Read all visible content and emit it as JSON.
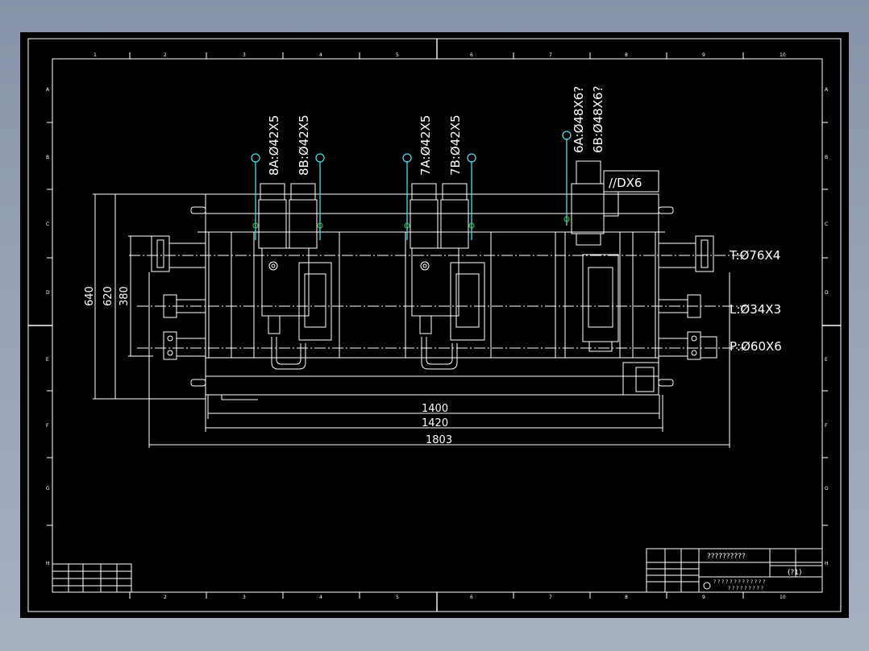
{
  "grid": {
    "columns": [
      "1",
      "2",
      "3",
      "4",
      "5",
      "6",
      "7",
      "8",
      "9",
      "10"
    ],
    "rows": [
      "A",
      "B",
      "C",
      "D",
      "E",
      "F",
      "G",
      "H"
    ]
  },
  "ports": {
    "a8": "8A:Ø42X5",
    "b8": "8B:Ø42X5",
    "a7": "7A:Ø42X5",
    "b7": "7B:Ø42X5",
    "a6": "6A:Ø48X6?",
    "b6": "6B:Ø48X6?",
    "box": "//DX6"
  },
  "pipes": {
    "t": "T:Ø76X4",
    "l": "L:Ø34X3",
    "p": "P:Ø60X6"
  },
  "dimensions": {
    "h640": "640",
    "h620": "620",
    "h380": "380",
    "w1400": "1400",
    "w1420": "1420",
    "w1803": "1803"
  },
  "title_block": {
    "name": "??????????",
    "scale": "(?1)",
    "notes_row1": "? ? ? ? ? ? ? ? ? ? ? ? ?",
    "notes_row2": "? ? ? ? ? ? ? ? ?"
  }
}
